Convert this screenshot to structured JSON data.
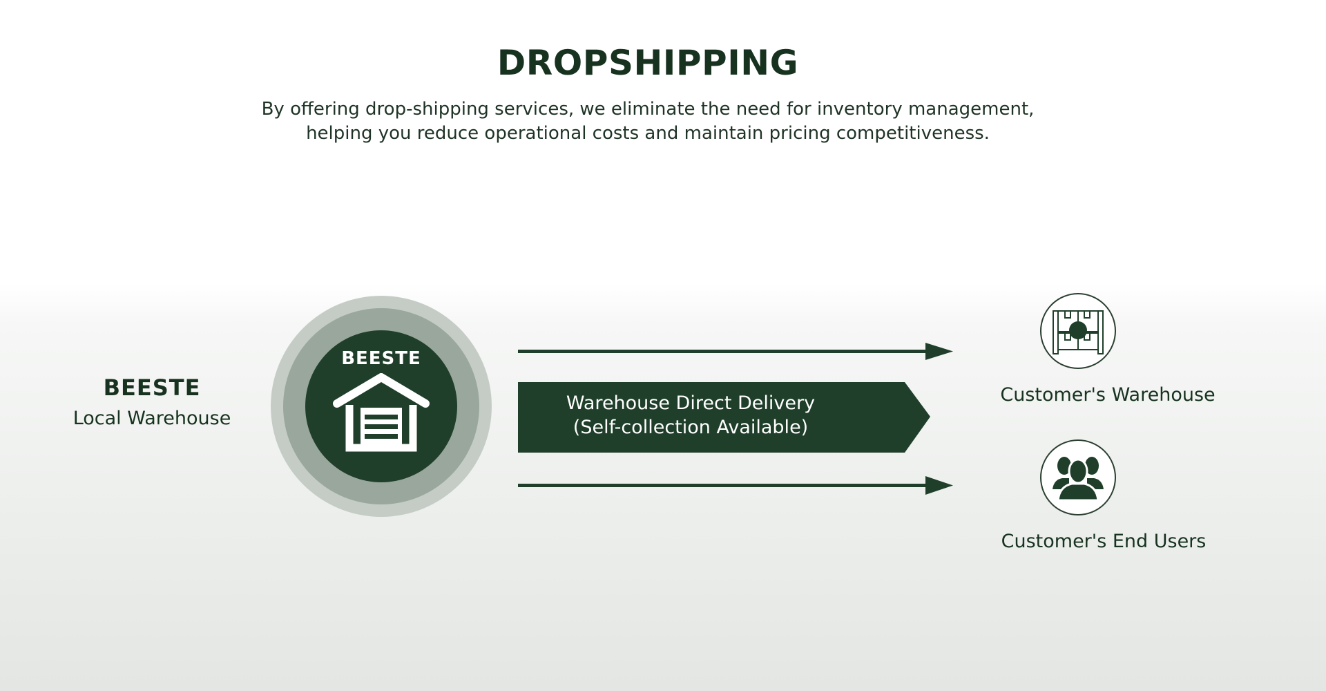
{
  "header": {
    "title": "DROPSHIPPING",
    "subtitle_line1": "By offering drop-shipping services, we eliminate the need for inventory management,",
    "subtitle_line2": "helping you reduce operational costs and maintain pricing competitiveness."
  },
  "source": {
    "brand": "BEESTE",
    "label": "Local Warehouse",
    "hub_label": "BEESTE",
    "icon": "warehouse-garage-icon"
  },
  "flow": {
    "line1": "Warehouse Direct Delivery",
    "line2": "(Self-collection Available)"
  },
  "destinations": [
    {
      "label": "Customer's Warehouse",
      "icon": "warehouse-shelf-icon"
    },
    {
      "label": "Customer's End Users",
      "icon": "users-group-icon"
    }
  ],
  "colors": {
    "primary": "#1f3f2a",
    "text": "#17321f"
  }
}
